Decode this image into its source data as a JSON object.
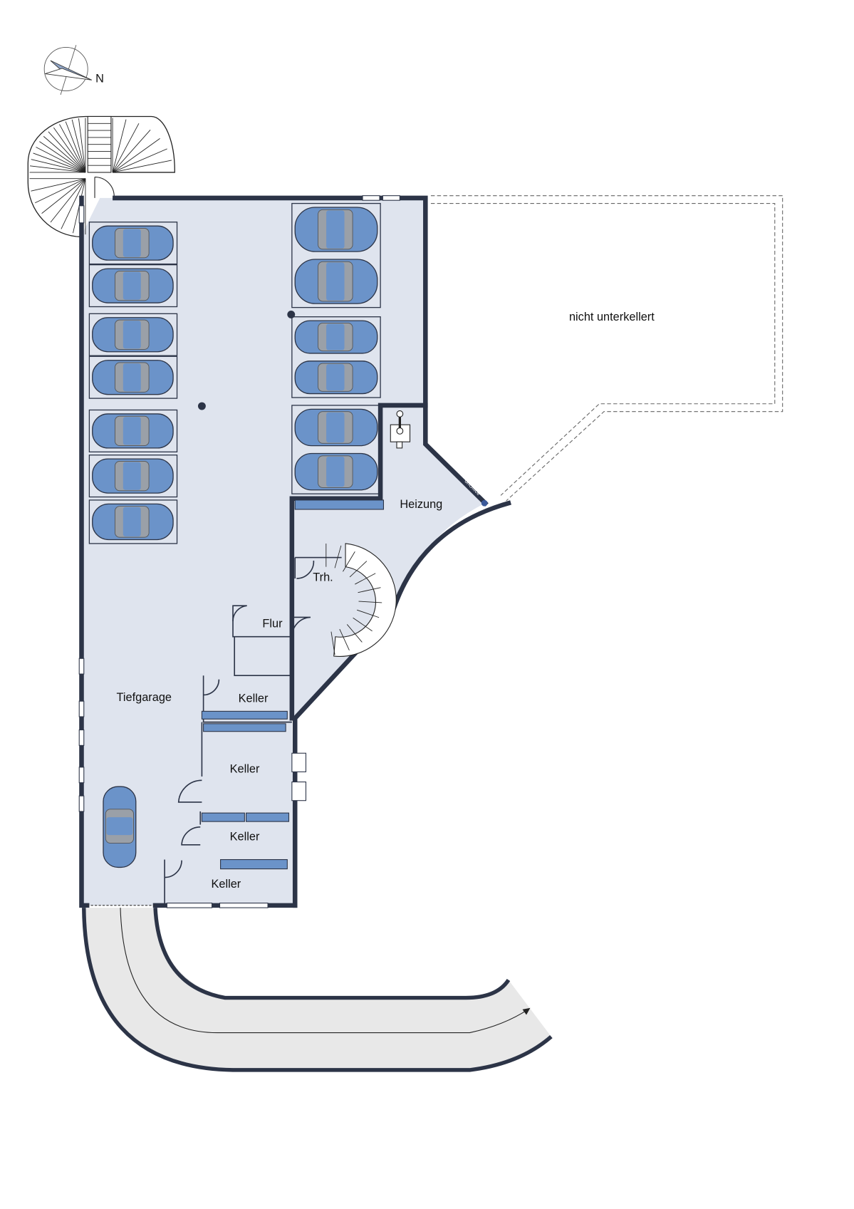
{
  "compass": {
    "label": "N"
  },
  "rooms": {
    "tiefgarage": "Tiefgarage",
    "heizung": "Heizung",
    "trh": "Trh.",
    "flur": "Flur",
    "keller1": "Keller",
    "keller2": "Keller",
    "keller3": "Keller",
    "keller4": "Keller",
    "nicht_unterkellert": "nicht unterkellert"
  },
  "watermark": "onOffice",
  "colors": {
    "wall": "#2c3447",
    "floor": "#dfe4ee",
    "car": "#6b93c9",
    "ramp": "#e6e6e6"
  }
}
